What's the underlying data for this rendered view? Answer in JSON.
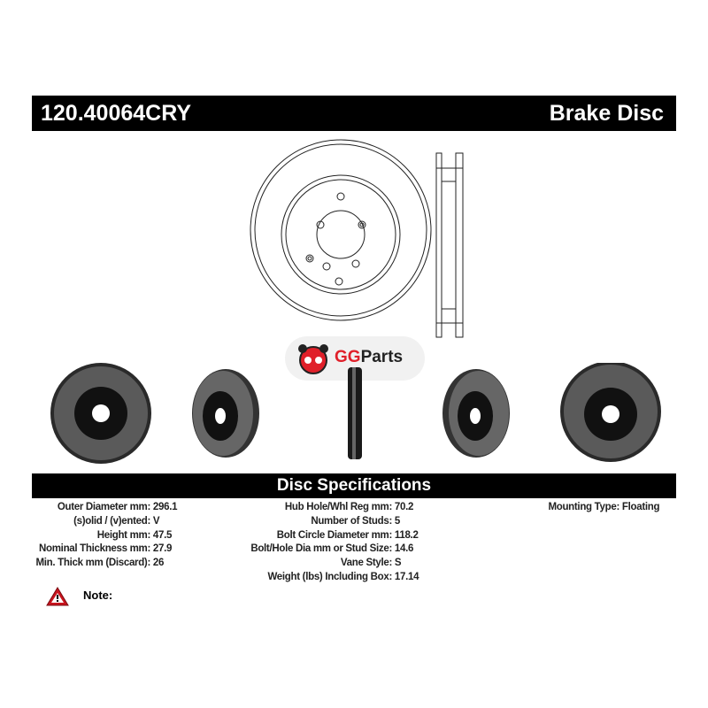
{
  "header": {
    "part_number": "120.40064CRY",
    "product_type": "Brake Disc"
  },
  "logo": {
    "brand_accent": "GG",
    "brand_rest": "Parts"
  },
  "specs_title": "Disc Specifications",
  "specs": {
    "col1": [
      {
        "label": "Outer Diameter mm:",
        "value": "296.1"
      },
      {
        "label": "(s)olid / (v)ented:",
        "value": "V"
      },
      {
        "label": "Height mm:",
        "value": "47.5"
      },
      {
        "label": "Nominal Thickness mm:",
        "value": "27.9"
      },
      {
        "label": "Min. Thick mm (Discard):",
        "value": "26"
      }
    ],
    "col2": [
      {
        "label": "Hub Hole/Whl Reg mm:",
        "value": "70.2"
      },
      {
        "label": "Number of Studs:",
        "value": "5"
      },
      {
        "label": "Bolt Circle Diameter mm:",
        "value": "118.2"
      },
      {
        "label": "Bolt/Hole Dia mm or Stud Size:",
        "value": "14.6"
      },
      {
        "label": "Vane Style:",
        "value": "S"
      },
      {
        "label": "Weight (lbs) Including Box:",
        "value": "17.14"
      }
    ],
    "col3": [
      {
        "label": "Mounting Type:",
        "value": "Floating"
      }
    ]
  },
  "note_label": "Note:"
}
